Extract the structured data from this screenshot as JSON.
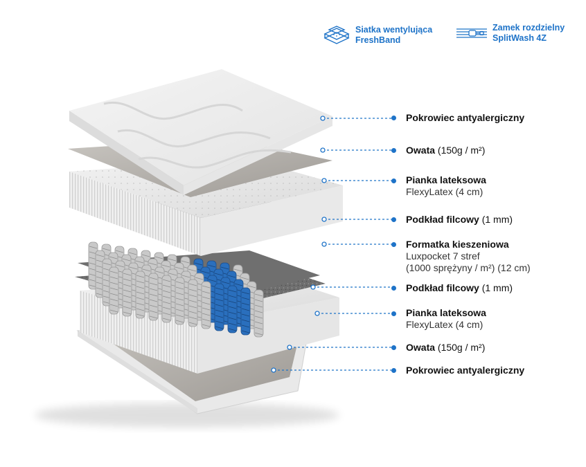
{
  "features": [
    {
      "icon": "ventilation-mesh-icon",
      "line1": "Siatka wentylująca",
      "line2": "FreshBand"
    },
    {
      "icon": "zipper-icon",
      "line1": "Zamek rozdzielny",
      "line2": "SplitWash 4Z"
    }
  ],
  "layers": [
    {
      "title": "Pokrowiec antyalergiczny",
      "detail": "",
      "sub": ""
    },
    {
      "title": "Owata",
      "detail": " (150g / m²)",
      "sub": ""
    },
    {
      "title": "Pianka lateksowa",
      "detail": "",
      "sub": "FlexyLatex (4 cm)"
    },
    {
      "title": "Podkład filcowy",
      "detail": " (1 mm)",
      "sub": ""
    },
    {
      "title": "Formatka kieszeniowa",
      "detail": "",
      "sub": "Luxpocket 7 stref",
      "sub2": "(1000 sprężyny / m²) (12 cm)"
    },
    {
      "title": "Podkład filcowy",
      "detail": " (1 mm)",
      "sub": ""
    },
    {
      "title": "Pianka lateksowa",
      "detail": "",
      "sub": "FlexyLatex (4 cm)"
    },
    {
      "title": "Owata",
      "detail": " (150g / m²)",
      "sub": ""
    },
    {
      "title": "Pokrowiec antyalergiczny",
      "detail": "",
      "sub": ""
    }
  ],
  "colors": {
    "accent": "#1e73c8",
    "spring_highlight": "#2a6fbd"
  }
}
